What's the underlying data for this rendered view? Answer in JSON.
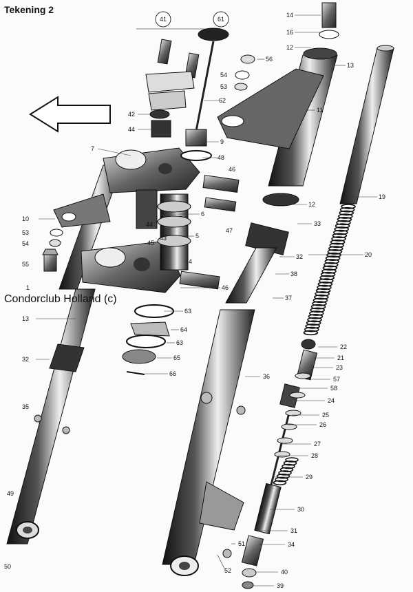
{
  "title": "Tekening 2",
  "watermark": "Condorclub Holland (c)",
  "callouts": {
    "c41": "41",
    "c61": "61",
    "c14": "14",
    "c16": "16",
    "c12a": "12",
    "c13a": "13",
    "c56": "56",
    "c54a": "54",
    "c53a": "53",
    "c62": "62",
    "c11": "11",
    "c42": "42",
    "c44a": "44",
    "c9": "9",
    "c7": "7",
    "c48": "48",
    "c46a": "46",
    "c19": "19",
    "c10": "10",
    "c53b": "53",
    "c54b": "54",
    "c44b": "44",
    "c45": "45",
    "c43": "43",
    "c6": "6",
    "c5": "5",
    "c47": "47",
    "c12b": "12",
    "c33": "33",
    "c55": "55",
    "c4": "4",
    "c32a": "32",
    "c20": "20",
    "c1": "1",
    "c46b": "46",
    "c38": "38",
    "c37": "37",
    "c13b": "13",
    "c63a": "63",
    "c64": "64",
    "c63b": "63",
    "c65": "65",
    "c66": "66",
    "c32b": "32",
    "c36": "36",
    "c22": "22",
    "c21": "21",
    "c23": "23",
    "c57": "57",
    "c58": "58",
    "c35": "35",
    "c24": "24",
    "c25": "25",
    "c26": "26",
    "c27": "27",
    "c28": "28",
    "c29": "29",
    "c49": "49",
    "c30": "30",
    "c31": "31",
    "c51": "51",
    "c34": "34",
    "c50": "50",
    "c52": "52",
    "c40": "40",
    "c39": "39"
  }
}
